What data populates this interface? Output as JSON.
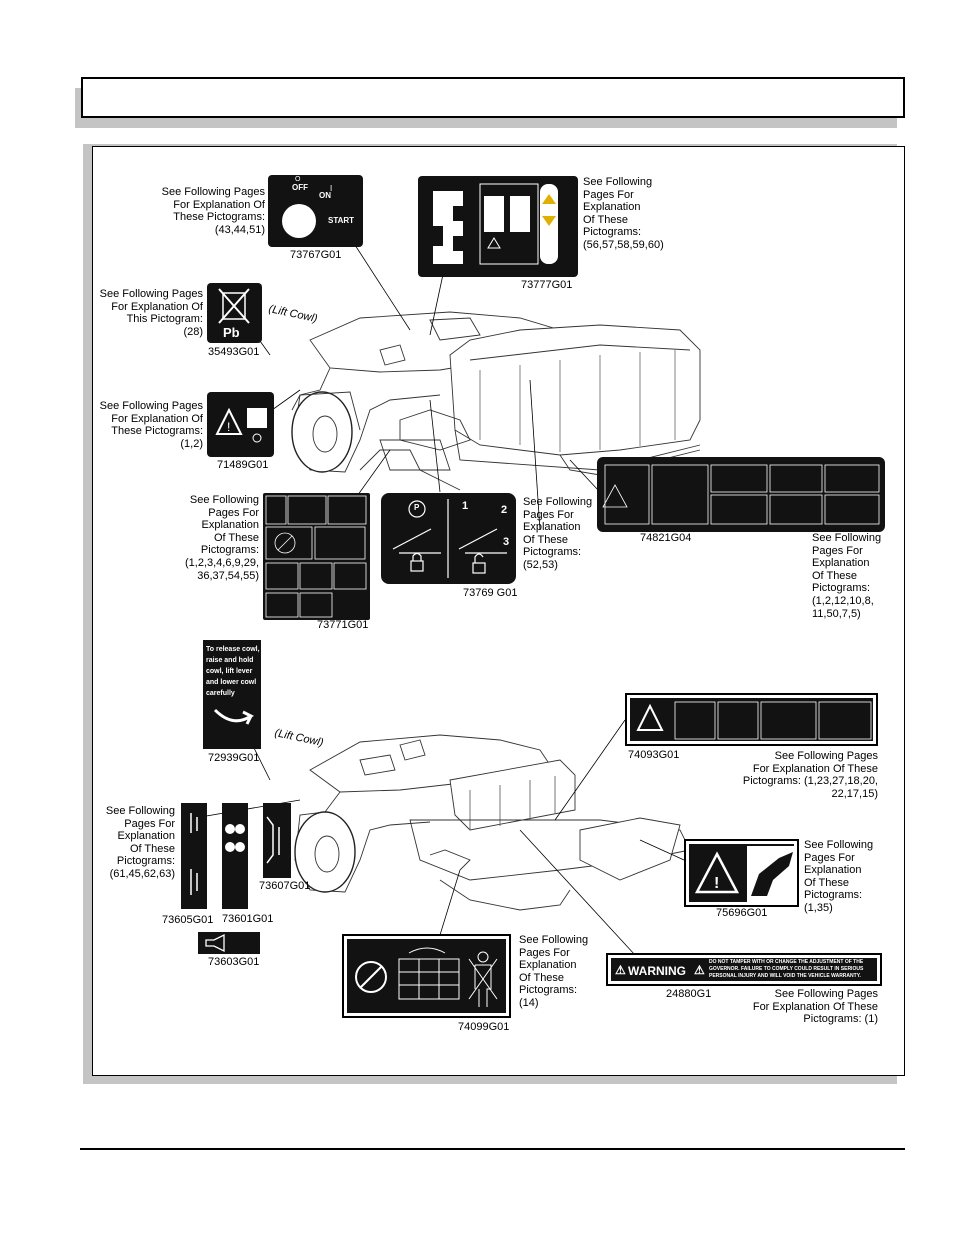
{
  "header": {
    "title": ""
  },
  "labels": {
    "ignition": {
      "part": "73767G01",
      "text": "See Following Pages\nFor Explanation Of\nThese Pictograms:\n(43,44,51)",
      "off": "OFF",
      "on": "ON",
      "start": "START",
      "one": "I",
      "zero": "O"
    },
    "dash": {
      "part": "73777G01",
      "text": "See Following\nPages For\nExplanation\nOf These\nPictograms:\n(56,57,58,59,60)"
    },
    "battery": {
      "part": "35493G01",
      "text": "See Following Pages\nFor Explanation Of\nThis Pictogram:\n(28)",
      "pb": "Pb"
    },
    "warning_manual": {
      "part": "71489G01",
      "text": "See Following Pages\nFor Explanation Of\nThese Pictograms:\n(1,2)"
    },
    "multi": {
      "part": "73771G01",
      "text": "See Following\nPages For\nExplanation\nOf These\nPictograms:\n(1,2,3,4,6,9,29,\n36,37,54,55)"
    },
    "brake": {
      "part": "73769 G01",
      "text": "See Following\nPages For\nExplanation\nOf These\nPictograms:\n(52,53)",
      "n1": "1",
      "n2": "2",
      "n3": "3",
      "p": "P"
    },
    "bed": {
      "part": "74821G04",
      "text": "See Following\nPages For\nExplanation\nOf These\nPictograms:\n(1,2,12,10,8,\n11,50,7,5)"
    },
    "cowl": {
      "part": "72939G01",
      "decal_text": "To release cowl,\nraise and hold\ncowl, lift lever\nand lower cowl\ncarefully",
      "code": "72939G01"
    },
    "lift_cowl_top": "(Lift Cowl)",
    "lift_cowl_bottom": "(Lift Cowl)",
    "battery_warn": {
      "part": "74093G01",
      "text": "See Following Pages\nFor Explanation Of These\nPictograms: (1,23,27,18,20,\n22,17,15)"
    },
    "switches": {
      "text": "See Following\nPages For\nExplanation\nOf These\nPictograms:\n(61,45,62,63)",
      "p1": "73605G01",
      "p2": "73601G01",
      "p3": "73607G01",
      "p4": "73603G01"
    },
    "hand": {
      "part": "75696G01",
      "text": "See Following\nPages For\nExplanation\nOf These\nPictograms:\n(1,35)"
    },
    "belt": {
      "part": "74099G01",
      "text": "See Following\nPages For\nExplanation\nOf These\nPictograms:\n(14)"
    },
    "governor": {
      "part": "24880G1",
      "text": "See Following Pages\nFor Explanation Of These\nPictograms: (1)",
      "warning": "WARNING",
      "fine": "DO NOT TAMPER WITH OR CHANGE THE ADJUSTMENT OF THE GOVERNOR. FAILURE TO COMPLY COULD RESULT IN SERIOUS PERSONAL INJURY AND WILL VOID THE VEHICLE WARRANTY."
    }
  }
}
